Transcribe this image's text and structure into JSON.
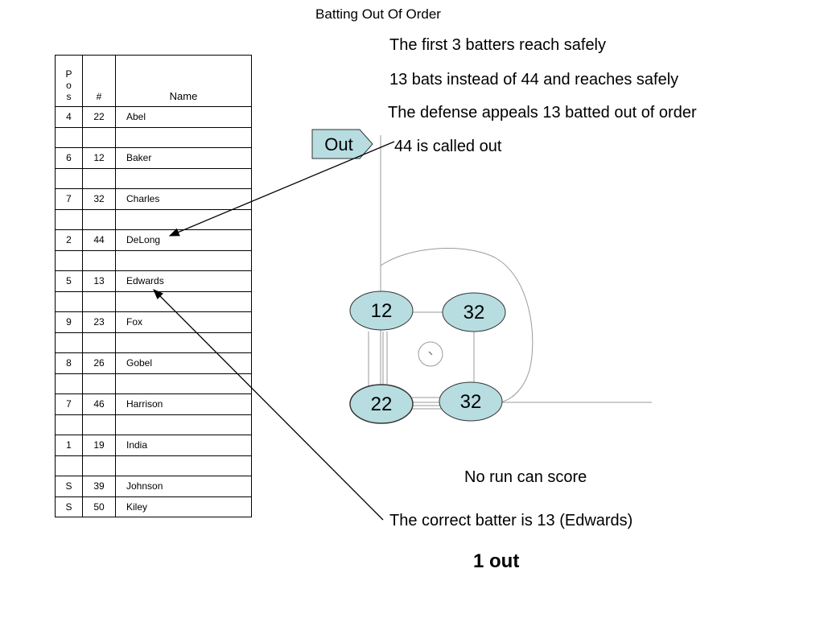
{
  "title": "Batting Out Of Order",
  "lineup": {
    "headers": {
      "pos": "Pos",
      "num": "#",
      "name": "Name"
    },
    "rows": [
      {
        "pos": "4",
        "num": "22",
        "name": "Abel"
      },
      {
        "pos": "",
        "num": "",
        "name": ""
      },
      {
        "pos": "6",
        "num": "12",
        "name": "Baker"
      },
      {
        "pos": "",
        "num": "",
        "name": ""
      },
      {
        "pos": "7",
        "num": "32",
        "name": "Charles"
      },
      {
        "pos": "",
        "num": "",
        "name": ""
      },
      {
        "pos": "2",
        "num": "44",
        "name": "DeLong"
      },
      {
        "pos": "",
        "num": "",
        "name": ""
      },
      {
        "pos": "5",
        "num": "13",
        "name": "Edwards"
      },
      {
        "pos": "",
        "num": "",
        "name": ""
      },
      {
        "pos": "9",
        "num": "23",
        "name": "Fox"
      },
      {
        "pos": "",
        "num": "",
        "name": ""
      },
      {
        "pos": "8",
        "num": "26",
        "name": "Gobel"
      },
      {
        "pos": "",
        "num": "",
        "name": ""
      },
      {
        "pos": "7",
        "num": "46",
        "name": "Harrison"
      },
      {
        "pos": "",
        "num": "",
        "name": ""
      },
      {
        "pos": "1",
        "num": "19",
        "name": "India"
      },
      {
        "pos": "",
        "num": "",
        "name": ""
      },
      {
        "pos": "S",
        "num": "39",
        "name": "Johnson"
      },
      {
        "pos": "S",
        "num": "50",
        "name": "Kiley"
      }
    ]
  },
  "notes": {
    "first_three": "The first 3 batters reach safely",
    "bats_instead": "13 bats instead of 44 and reaches safely",
    "appeal": "The defense appeals 13 batted out of order",
    "called_out": "44 is called out",
    "no_run": "No run can score",
    "correct_batter": "The correct batter is 13 (Edwards)",
    "outs": "1 out"
  },
  "out_callout": "Out",
  "runners": {
    "second_base": "12",
    "first_base_top": "32",
    "home_plate": "22",
    "first_base": "32"
  },
  "colors": {
    "runner_fill": "#b7dde1",
    "callout_fill": "#b7dde1",
    "field_lines": "#9a9a9a"
  }
}
